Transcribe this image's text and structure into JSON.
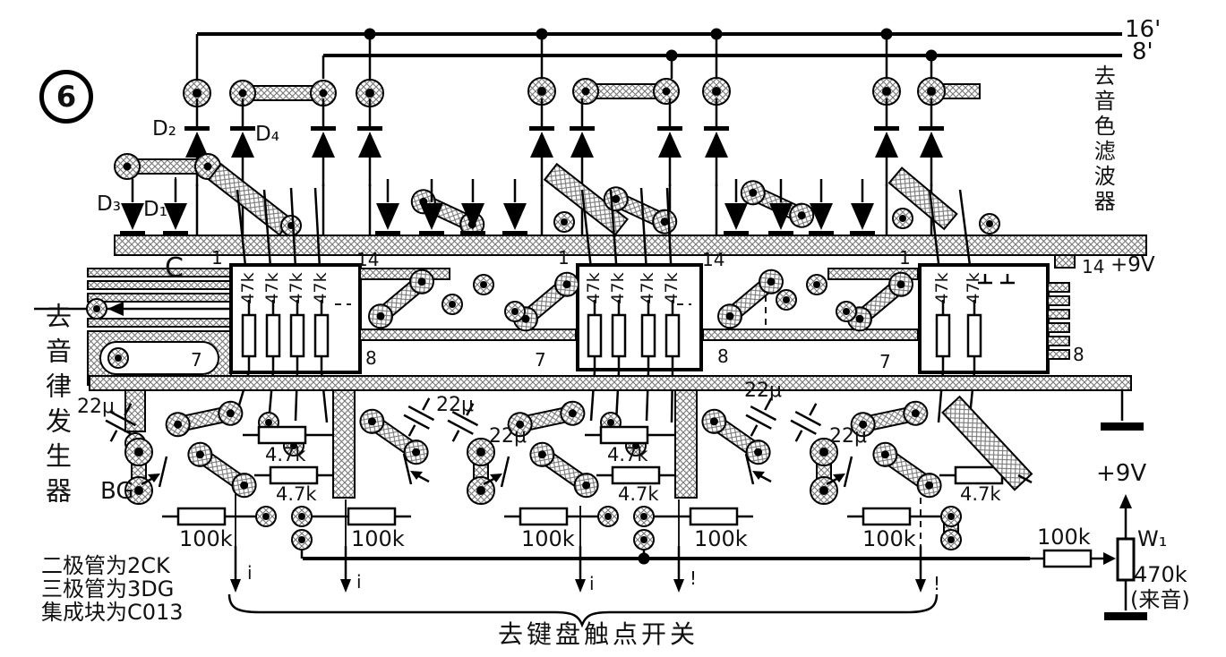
{
  "figure_number": "6",
  "colors": {
    "ink": "#000000",
    "paper": "#ffffff"
  },
  "top_buses": {
    "bus_16_label": "16'",
    "bus_8_label": "8'"
  },
  "destinations": {
    "tone_filter": "去音色滤波器",
    "tone_generator": "去音律发生器",
    "keyboard_switch": "去键盘触点开关"
  },
  "power": {
    "bus_label": "+9V",
    "w1_label": "+9V"
  },
  "input": {
    "c_label": "C"
  },
  "diode_labels": {
    "d2": "D₂",
    "d4": "D₄",
    "d3": "D₃",
    "d1": "D₁"
  },
  "transistor_label": "BG",
  "ic": {
    "pin1": "1",
    "pin14": "14",
    "pin7": "7",
    "pin8": "8",
    "pullup": "47k"
  },
  "values": {
    "cap": "22μ",
    "r47": "4.7k",
    "r100": "100k"
  },
  "pot": {
    "name": "W₁",
    "value": "470k",
    "note": "(来音)"
  },
  "notes": [
    "二极管为2CK",
    "三极管为3DG",
    "集成块为C013"
  ],
  "arrow_marks": [
    "i",
    "i",
    "i",
    "!",
    "!"
  ]
}
